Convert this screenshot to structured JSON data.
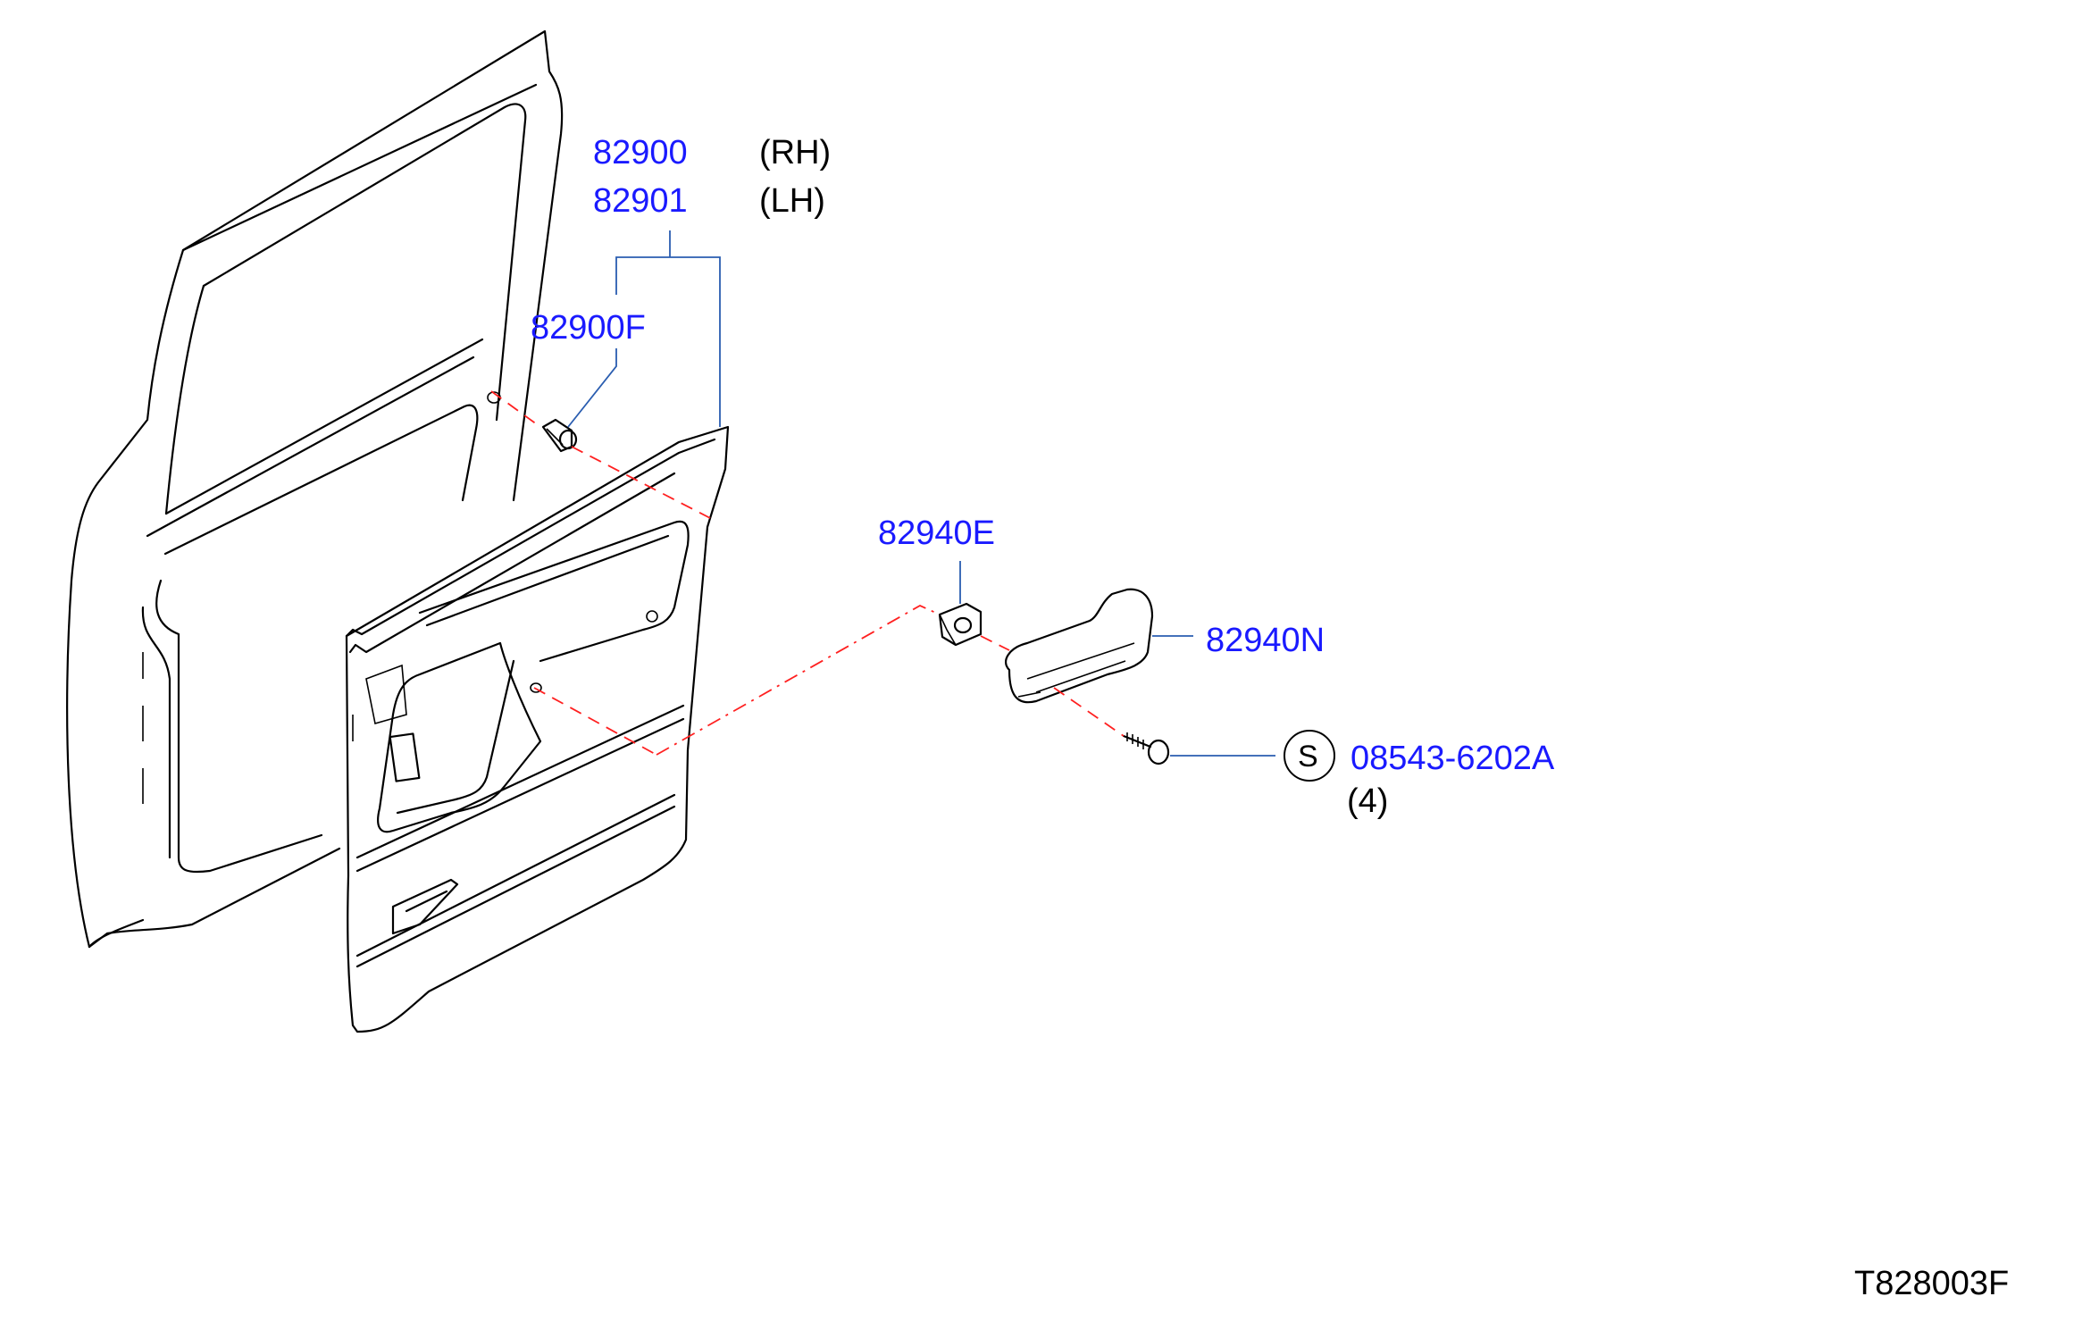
{
  "callouts": {
    "trim_rh_number": "82900",
    "trim_rh_side": "(RH)",
    "trim_lh_number": "82901",
    "trim_lh_side": "(LH)",
    "clip_number": "82900F",
    "bracket_number": "82940E",
    "pull_handle_number": "82940N",
    "screw_symbol": "S",
    "screw_number": "08543-6202A",
    "screw_quantity": "(4)"
  },
  "figure_code": "T828003F",
  "colors": {
    "part_number": "#1a1aff",
    "leader_line": "#2a5db0",
    "assembly_line": "#ff2020",
    "drawing": "#000000"
  }
}
